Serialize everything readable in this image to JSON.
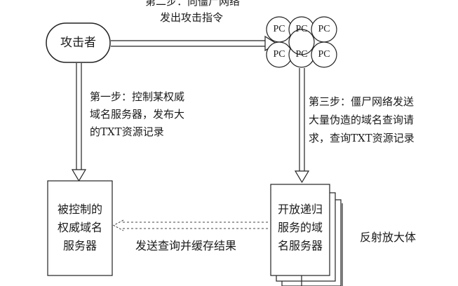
{
  "attacker": {
    "label": "攻击者"
  },
  "step2": {
    "lines": [
      "第二步：向僵尸网络",
      "发出攻击指令"
    ]
  },
  "step1": {
    "lines": [
      "第一步：控制某权威",
      "域名服务器，发布大",
      "的TXT资源记录"
    ]
  },
  "step3": {
    "lines": [
      "第三步：僵尸网络发送",
      "大量伪造的域名查询请",
      "求，查询TXT资源记录"
    ]
  },
  "botnet": {
    "node_label": "PC",
    "node_count": 7
  },
  "authoritative_server": {
    "lines": [
      "被控制的",
      "权威域名",
      "服务器"
    ]
  },
  "resolver_server": {
    "lines": [
      "开放递归",
      "服务的域",
      "名服务器"
    ]
  },
  "cache_label": "发送查询并缓存结果",
  "reflector_label": "反射放大体"
}
